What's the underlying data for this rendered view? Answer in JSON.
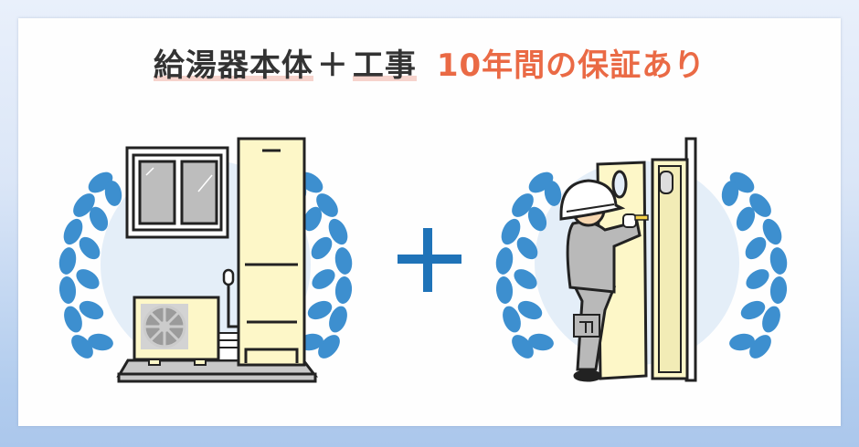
{
  "headline": {
    "part1": "給湯器本体",
    "plus": "＋",
    "part2": "工事",
    "warranty": "10年間の保証あり"
  },
  "illustrations": {
    "left": "water-heater-unit",
    "center": "plus-sign",
    "right": "installation-worker"
  },
  "colors": {
    "title_text": "#333333",
    "accent": "#ea6a45",
    "underline_highlight": "#f6d3cc",
    "plus_blue": "#1f73b8",
    "laurel_blue": "#3d8fcf",
    "circle_bg": "#e4eef8",
    "unit_cream": "#fdf7c8"
  }
}
